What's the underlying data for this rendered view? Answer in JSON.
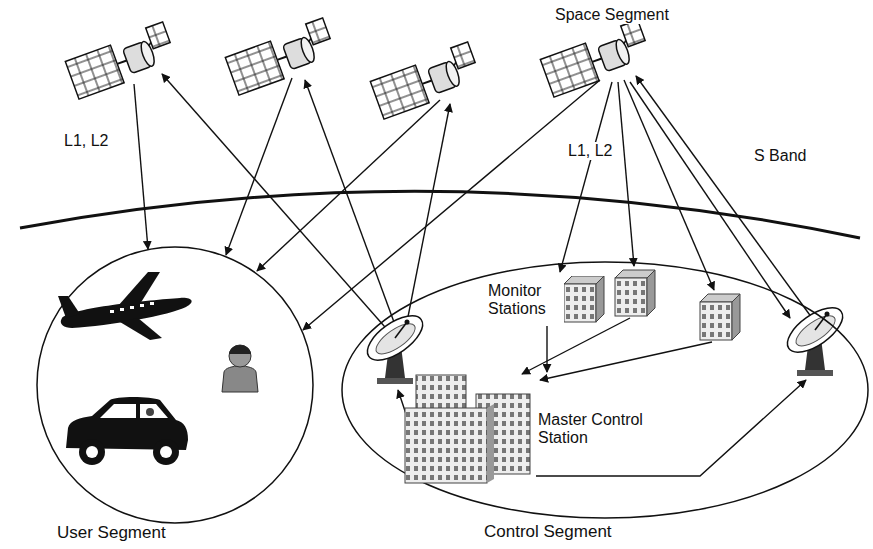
{
  "diagram": {
    "nodes": [
      {
        "text": [
          "User Segment"
        ]
      },
      {
        "text": [
          "Control Segment"
        ]
      },
      {
        "text": [
          "Monitor Stations"
        ],
        "in": 1
      },
      {
        "text": [
          "Master Control Station"
        ],
        "in": 1
      }
    ],
    "edges": [
      {
        "from": 2,
        "to": 3,
        "arrow": "to"
      }
    ],
    "labels": [
      "Space Segment",
      "L1, L2",
      "L1, L2",
      "S Band"
    ]
  }
}
